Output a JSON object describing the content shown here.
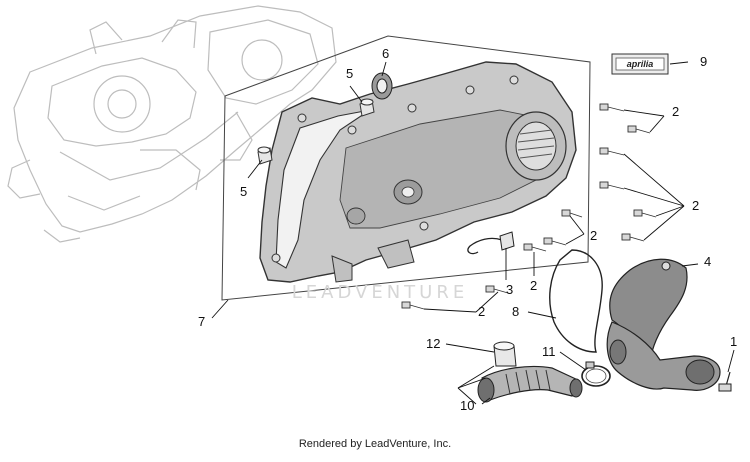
{
  "footer_text": "Rendered by LeadVenture, Inc.",
  "watermark_text": "LEADVENTURE",
  "logo_text": "aprilia",
  "callouts": {
    "c1": "1",
    "c2a": "2",
    "c2b": "2",
    "c2c": "2",
    "c2d": "2",
    "c2e": "2",
    "c3": "3",
    "c4": "4",
    "c5a": "5",
    "c5b": "5",
    "c6": "6",
    "c7": "7",
    "c8": "8",
    "c9": "9",
    "c10": "10",
    "c11": "11",
    "c12": "12"
  }
}
